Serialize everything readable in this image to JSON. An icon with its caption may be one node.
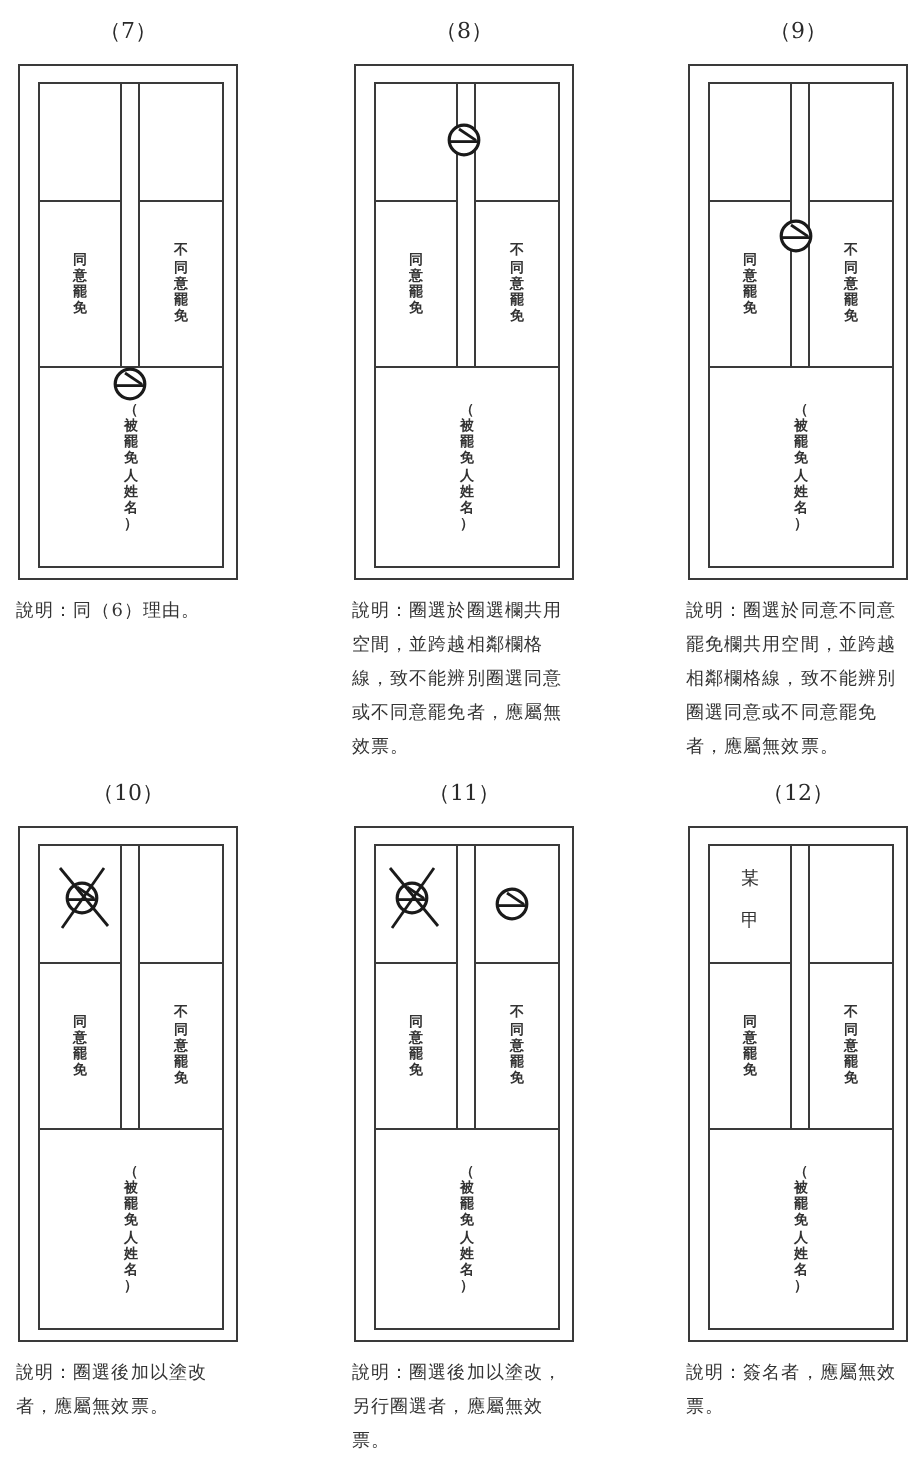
{
  "diagram": {
    "nodes": [
      {
        "text": [
          "（7）"
        ],
        "beside": [
          "說明：同（6）理由。"
        ]
      },
      {
        "text": [],
        "shape": "box",
        "in": 0
      },
      {
        "text": [],
        "shape": "box",
        "in": 0
      },
      {
        "text": [
          "同意罷免"
        ],
        "in": 0
      },
      {
        "text": [
          "不同意罷免"
        ],
        "in": 0
      },
      {
        "text": [
          "（被罷免人姓名）"
        ],
        "in": 0
      },
      {
        "text": [
          "（8）"
        ],
        "beside": [
          "說明：圈選於圈選欄共用空間，並跨越相鄰欄格線，致不能辨別圈選同意或不同意罷免者，應屬無效票。"
        ]
      },
      {
        "text": [],
        "shape": "box",
        "in": 6
      },
      {
        "text": [],
        "shape": "box",
        "in": 6
      },
      {
        "text": [
          "同意罷免"
        ],
        "in": 6
      },
      {
        "text": [
          "不同意罷免"
        ],
        "in": 6
      },
      {
        "text": [
          "（被罷免人姓名）"
        ],
        "in": 6
      },
      {
        "text": [
          "（9）"
        ],
        "beside": [
          "說明：圈選於同意不同意罷免欄共用空間，並跨越相鄰欄格線，致不能辨別圈選同意或不同意罷免者，應屬無效票。"
        ]
      },
      {
        "text": [],
        "shape": "box",
        "in": 12
      },
      {
        "text": [],
        "shape": "box",
        "in": 12
      },
      {
        "text": [
          "同意罷免"
        ],
        "in": 12
      },
      {
        "text": [
          "不同意罷免"
        ],
        "in": 12
      },
      {
        "text": [
          "（被罷免人姓名）"
        ],
        "in": 12
      },
      {
        "text": [
          "（10）"
        ],
        "beside": [
          "說明：圈選後加以塗改者，應屬無效票。"
        ]
      },
      {
        "text": [],
        "shape": "box",
        "in": 18
      },
      {
        "text": [],
        "shape": "box",
        "in": 18
      },
      {
        "text": [
          "同意罷免"
        ],
        "in": 18
      },
      {
        "text": [
          "不同意罷免"
        ],
        "in": 18
      },
      {
        "text": [
          "（被罷免人姓名）"
        ],
        "in": 18
      },
      {
        "text": [
          "（11）"
        ],
        "beside": [
          "說明：圈選後加以塗改，另行圈選者，應屬無效票。"
        ]
      },
      {
        "text": [],
        "shape": "box",
        "in": 24
      },
      {
        "text": [],
        "shape": "box",
        "in": 24
      },
      {
        "text": [
          "同意罷免"
        ],
        "in": 24
      },
      {
        "text": [
          "不同意罷免"
        ],
        "in": 24
      },
      {
        "text": [
          "（被罷免人姓名）"
        ],
        "in": 24
      },
      {
        "text": [
          "（12）"
        ],
        "beside": [
          "說明：簽名者，應屬無效票。"
        ]
      },
      {
        "text": [
          "某甲"
        ],
        "in": 30
      },
      {
        "text": [],
        "shape": "box",
        "in": 30
      },
      {
        "text": [
          "同意罷免"
        ],
        "in": 30
      },
      {
        "text": [
          "不同意罷免"
        ],
        "in": 30
      },
      {
        "text": [
          "（被罷免人姓名）"
        ],
        "in": 30
      }
    ]
  }
}
